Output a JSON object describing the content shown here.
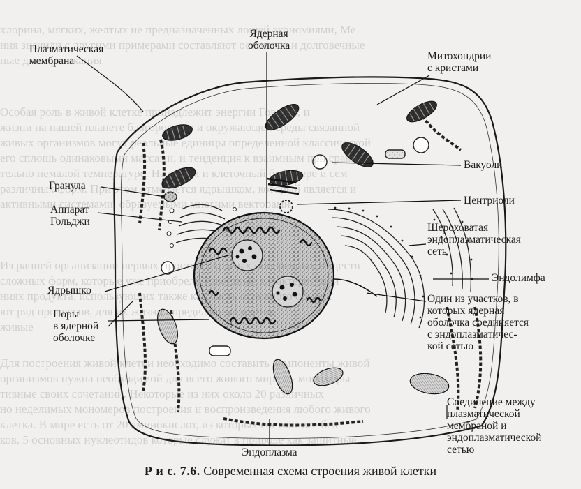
{
  "background_text": [
    "хлорина, мягких, желтых не предназначенных лошей экономиями, Ме",
    "ния значили с другими примерами составляют основные и долговечные",
    "ные дни протекания",
    "Особая роль в живой клетке принадлежит энергии Говорят, и",
    "жизни на нашей планете благородства и окружающей среды связанной",
    "живых организмов могут реальные единицы определенной классической",
    "его сплошь одинаковыми массами, и тенденция к взаимным при сравн",
    "тельно немалой температуре. На одном и клеточный биосфере и сем",
    "различных форм. При этом отмечается ядрышком, который является и",
    "активными системами, образуемыми многими векторами.",
    "Из ранней организации первых простых скрытых поперечных веществ",
    "сложных форм, которые уже приобрели известные характеристики",
    "ниях продукта, использующих также как часть основного обмена",
    "ют ряд процессов, для их жизни определенных клеток",
    "живые",
    "Для построения живой клетки необходимо составить компоненты живой",
    "организмов нужна необходимой для всего живого мира — мономеры",
    "тивные своих сочетаний. Некоторые из них около 20 различных",
    "но неделимых мономеров построения и воспроизведения любого живого",
    "клетка. В мире есть от 20 аминокислот, из которых состоят все бел",
    "ков. 5 основных нуклеотидов которые служат в природе как защитные"
  ],
  "labels": {
    "plasma_membrane": "Плазматическая\nмембрана",
    "nuclear_envelope": "Ядерная\nоболочка",
    "mitochondria": "Митохондрии\nс кристами",
    "vacuoles": "Вакуоли",
    "granule": "Гранула",
    "centrioles": "Центриоли",
    "golgi": "Аппарат\nГольджи",
    "rough_er": "Шероховатая\nэндоплазматическая\nсеть",
    "endolymph": "Эндолимфа",
    "nucleolus": "Ядрышко",
    "nuclear_er_junction": "Один из участков, в\nкоторых ядерная\nоболочка соединяется\nс эндоплазматичес-\nкой сетью",
    "nuclear_pores": "Поры\nв ядерной\nоболочке",
    "membrane_er_junction": "Соединение между\nплазматической\nмембраной и\nэндоплазматической\nсетью",
    "endoplasm": "Эндоплазма"
  },
  "caption": {
    "prefix": "Р и с. 7.6.",
    "text": "Современная схема строения живой клетки"
  }
}
